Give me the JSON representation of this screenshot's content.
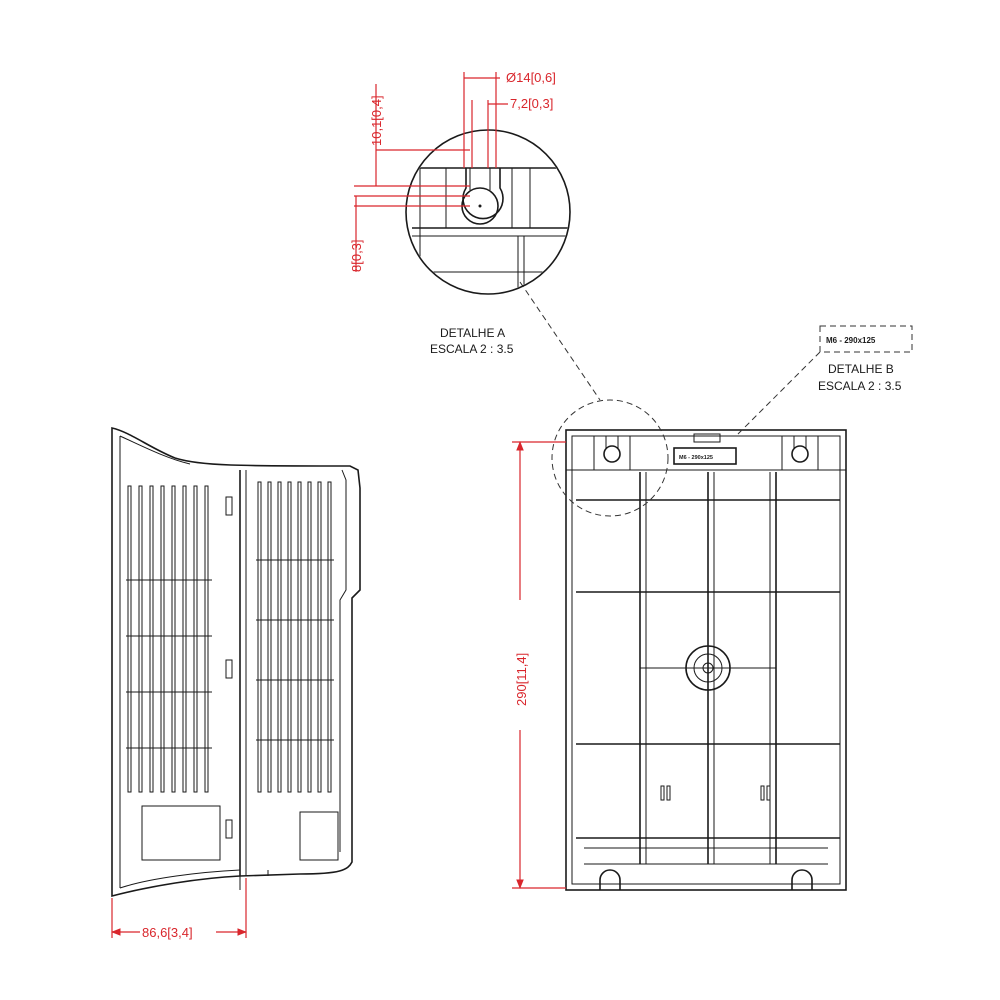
{
  "detail_a": {
    "title": "DETALHE A",
    "scale": "ESCALA 2 : 3.5"
  },
  "detail_b": {
    "title": "DETALHE B",
    "scale": "ESCALA 2 : 3.5",
    "tag": "M6 - 290x125"
  },
  "dimensions": {
    "hole_diameter": "Ø14[0,6]",
    "slot_width": "7,2[0,3]",
    "slot_top": "10,1[0,4]",
    "slot_bottom": "8[0,3]",
    "height": "290[11,4]",
    "depth": "86,6[3,4]"
  },
  "colors": {
    "outline": "#1a1a1a",
    "dimension": "#d9262c"
  }
}
